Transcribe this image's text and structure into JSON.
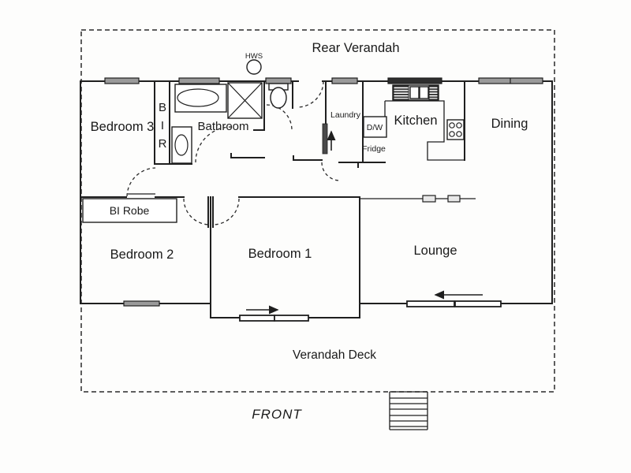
{
  "labels": {
    "rear_verandah": "Rear Verandah",
    "front": "FRONT",
    "verandah_deck": "Verandah Deck",
    "bedroom1": "Bedroom 1",
    "bedroom2": "Bedroom 2",
    "bedroom3": "Bedroom 3",
    "bathroom": "Bathroom",
    "kitchen": "Kitchen",
    "dining": "Dining",
    "lounge": "Lounge",
    "laundry": "Laundry",
    "bi_robe": "BI Robe",
    "bir": [
      "B",
      "I",
      "R"
    ],
    "hws": "HWS",
    "dishwasher": "D/W",
    "fridge": "Fridge"
  },
  "colors": {
    "line": "#1f1f1f",
    "window_fill": "#9a9a9a",
    "kitchen_window_fill": "#2e2e2e",
    "slider_fill": "#ffffff",
    "divider_block_fill": "#e8e8e8",
    "paper": "#fdfdfc"
  }
}
